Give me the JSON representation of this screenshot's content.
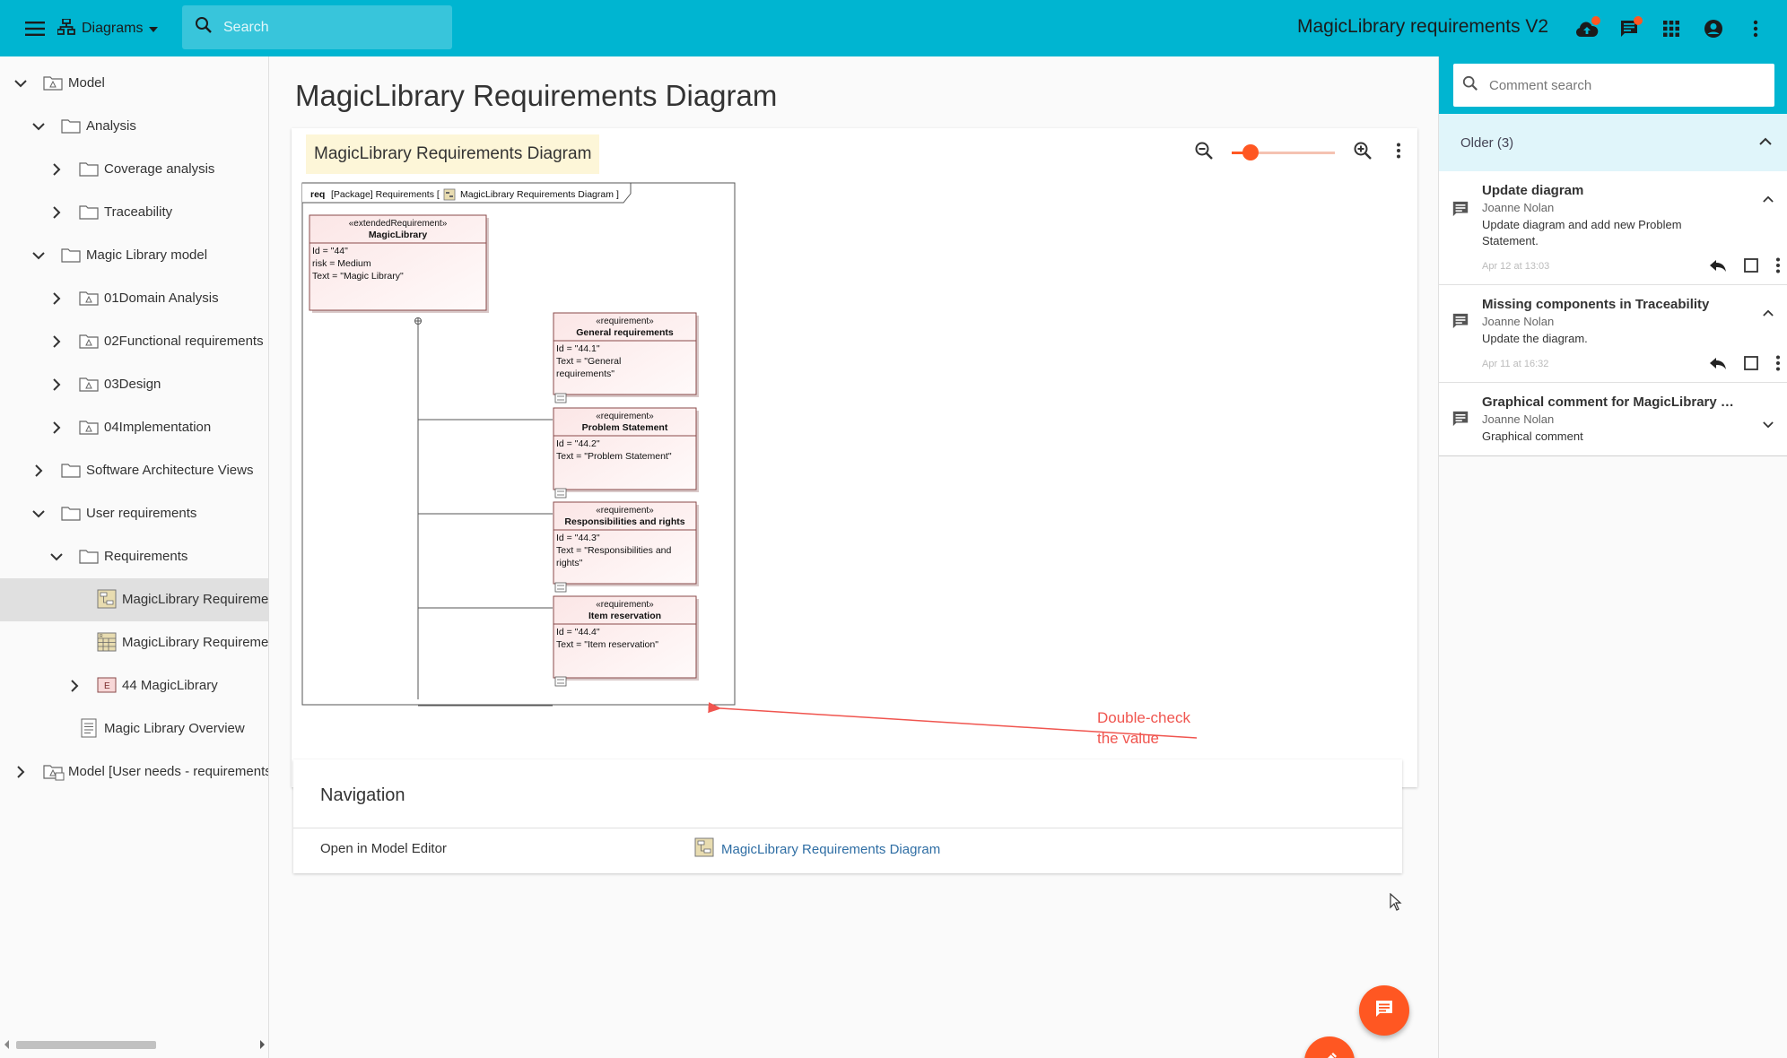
{
  "topbar": {
    "menu_icon": "menu-icon",
    "view_selector": "Diagrams",
    "search_placeholder": "Search",
    "title": "MagicLibrary requirements V2",
    "icons": [
      "cloud-upload-icon",
      "comments-icon",
      "apps-grid-icon",
      "account-icon",
      "more-vert-icon"
    ],
    "accent": "#00b5d1",
    "notification_color": "#ff5722"
  },
  "tree": {
    "items": [
      {
        "label": "Model",
        "level": 0,
        "expanded": true,
        "icon": "package-icon"
      },
      {
        "label": "Analysis",
        "level": 1,
        "expanded": true,
        "icon": "folder-icon"
      },
      {
        "label": "Coverage analysis",
        "level": 2,
        "expanded": false,
        "icon": "folder-icon"
      },
      {
        "label": "Traceability",
        "level": 2,
        "expanded": false,
        "icon": "folder-icon"
      },
      {
        "label": "Magic Library model",
        "level": 1,
        "expanded": true,
        "icon": "folder-icon"
      },
      {
        "label": "01Domain Analysis",
        "level": 2,
        "expanded": false,
        "icon": "package-icon"
      },
      {
        "label": "02Functional requirements",
        "level": 2,
        "expanded": false,
        "icon": "package-icon"
      },
      {
        "label": "03Design",
        "level": 2,
        "expanded": false,
        "icon": "package-icon"
      },
      {
        "label": "04Implementation",
        "level": 2,
        "expanded": false,
        "icon": "package-icon"
      },
      {
        "label": "Software Architecture Views",
        "level": 1,
        "expanded": false,
        "icon": "folder-icon"
      },
      {
        "label": "User requirements",
        "level": 1,
        "expanded": true,
        "icon": "folder-icon"
      },
      {
        "label": "Requirements",
        "level": 2,
        "expanded": true,
        "icon": "folder-icon"
      },
      {
        "label": "MagicLibrary Requirements Diagram",
        "level": 3,
        "expanded": null,
        "icon": "requirements-diagram-icon",
        "selected": true
      },
      {
        "label": "MagicLibrary Requirements Table",
        "level": 3,
        "expanded": null,
        "icon": "requirements-table-icon"
      },
      {
        "label": "44 MagicLibrary",
        "level": 3,
        "expanded": false,
        "icon": "extended-requirement-icon"
      },
      {
        "label": "Magic Library Overview",
        "level": 2,
        "expanded": null,
        "icon": "document-icon"
      },
      {
        "label": "Model [User needs - requirements model]",
        "level": 0,
        "expanded": false,
        "icon": "model-reference-icon"
      }
    ]
  },
  "main": {
    "page_title": "MagicLibrary Requirements Diagram",
    "diagram_chip": "MagicLibrary Requirements Diagram",
    "zoom": {
      "level": 0.18,
      "zoom_out_icon": "zoom-out-icon",
      "zoom_in_icon": "zoom-in-icon",
      "more_icon": "more-vert-icon"
    },
    "diagram": {
      "frame_kind": "req",
      "frame_label": "[Package] Requirements [",
      "frame_diagram_name": "MagicLibrary Requirements Diagram",
      "frame_close": "]",
      "root": {
        "stereotype": "«extendedRequirement»",
        "name": "MagicLibrary",
        "lines": [
          "Id = \"44\"",
          "risk = Medium",
          "Text = \"Magic Library\""
        ]
      },
      "children": [
        {
          "stereotype": "«requirement»",
          "name": "General requirements",
          "lines": [
            "Id = \"44.1\"",
            "Text = \"General",
            "requirements\""
          ]
        },
        {
          "stereotype": "«requirement»",
          "name": "Problem Statement",
          "lines": [
            "Id = \"44.2\"",
            "Text = \"Problem Statement\""
          ]
        },
        {
          "stereotype": "«requirement»",
          "name": "Responsibilities and rights",
          "lines": [
            "Id = \"44.3\"",
            "Text = \"Responsibilities and",
            "rights\""
          ]
        },
        {
          "stereotype": "«requirement»",
          "name": "Item reservation",
          "lines": [
            "Id = \"44.4\"",
            "Text = \"Item reservation\""
          ]
        }
      ],
      "annotation_lines": [
        "Double-check",
        "the value"
      ],
      "annotation_color": "#f0554f"
    },
    "navigation": {
      "title": "Navigation",
      "row_label": "Open in Model Editor",
      "row_link": "MagicLibrary Requirements Diagram"
    },
    "fabs": {
      "comment_icon": "comment-icon",
      "edit_icon": "pencil-icon"
    }
  },
  "comments": {
    "search_placeholder": "Comment search",
    "group_label": "Older (3)",
    "items": [
      {
        "title": "Update diagram",
        "author": "Joanne Nolan",
        "body": "Update diagram and add new Problem Statement.",
        "date": "Apr 12 at 13:03",
        "expanded": true
      },
      {
        "title": "Missing components in Traceability",
        "author": "Joanne Nolan",
        "body": "Update the diagram.",
        "date": "Apr 11 at 16:32",
        "expanded": true
      },
      {
        "title": "Graphical comment for MagicLibrary Re...",
        "author": "Joanne Nolan",
        "body": "Graphical comment",
        "date": "",
        "expanded": false
      }
    ]
  }
}
